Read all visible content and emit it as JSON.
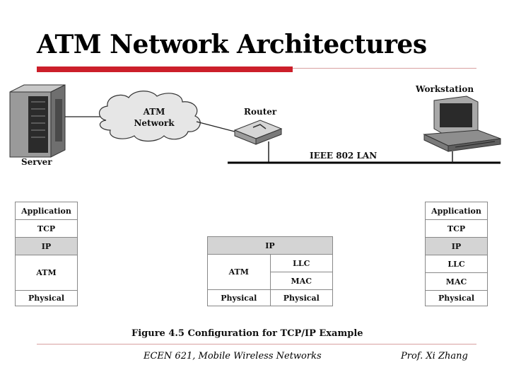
{
  "slide": {
    "title": "ATM Network Architectures",
    "caption": "Figure 4.5  Configuration for TCP/IP Example",
    "footer_left": "ECEN 621, Mobile Wireless Networks",
    "footer_right": "Prof. Xi Zhang"
  },
  "network": {
    "server_label": "Server",
    "cloud_label_line1": "ATM",
    "cloud_label_line2": "Network",
    "router_label": "Router",
    "workstation_label": "Workstation",
    "lan_label": "IEEE 802 LAN"
  },
  "stacks": {
    "left": [
      "Application",
      "TCP",
      "IP",
      "ATM",
      "Physical"
    ],
    "router": {
      "ip": "IP",
      "left_atm": "ATM",
      "left_physical": "Physical",
      "right_llc": "LLC",
      "right_mac": "MAC",
      "right_physical": "Physical"
    },
    "right": [
      "Application",
      "TCP",
      "IP",
      "LLC",
      "MAC",
      "Physical"
    ]
  },
  "colors": {
    "accent_red": "#cc1f2a",
    "ip_band": "#d4d4d4"
  }
}
